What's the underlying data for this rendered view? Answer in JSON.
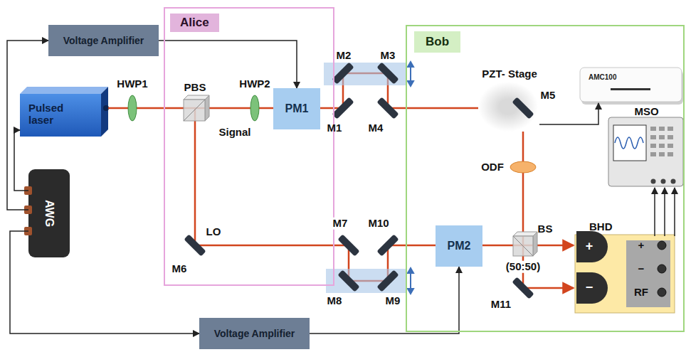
{
  "diagram": {
    "nodes": [
      {
        "text": [
          "Voltage Amplifier"
        ]
      },
      {
        "text": [
          "Alice"
        ]
      },
      {
        "text": [
          "Bob"
        ]
      },
      {
        "text": [
          "Pulsed laser"
        ]
      },
      {
        "text": [
          "PM1"
        ],
        "in": 1
      },
      {
        "text": [
          "PZT- Stage"
        ],
        "in": 2
      },
      {
        "text": [
          "AMC100"
        ],
        "in": 2
      },
      {
        "text": [
          "MSO"
        ],
        "in": 2
      },
      {
        "text": [
          "AWG"
        ]
      },
      {
        "text": [
          "BHD"
        ],
        "in": 2
      },
      {
        "text": [
          "PM2"
        ],
        "in": 2
      },
      {
        "text": [
          "Voltage Amplifier"
        ]
      }
    ],
    "edges": [
      {
        "from": 8,
        "to": 0,
        "arrow": "to"
      },
      {
        "from": 0,
        "to": 4,
        "arrow": "to"
      },
      {
        "from": 8,
        "to": 3,
        "arrow": "to"
      },
      {
        "from": 8,
        "to": 11,
        "arrow": "to"
      },
      {
        "from": 11,
        "to": 10,
        "arrow": "to"
      },
      {
        "from": 5,
        "to": 6,
        "arrow": "to"
      },
      {
        "from": 9,
        "to": 7,
        "arrow": "to"
      },
      {
        "from": 9,
        "to": 7,
        "arrow": "to"
      },
      {
        "from": 9,
        "to": 7,
        "arrow": "to"
      }
    ],
    "labels": [
      "HWP1",
      "PBS",
      "Signal",
      "HWP2",
      "M2",
      "M3",
      "M1",
      "M4",
      "M5",
      "ODF",
      "M6",
      "LO",
      "M7",
      "M10",
      "M8",
      "M9",
      "BS",
      "(50:50)",
      "M11",
      "+",
      "−",
      "RF",
      "+",
      "−"
    ]
  }
}
